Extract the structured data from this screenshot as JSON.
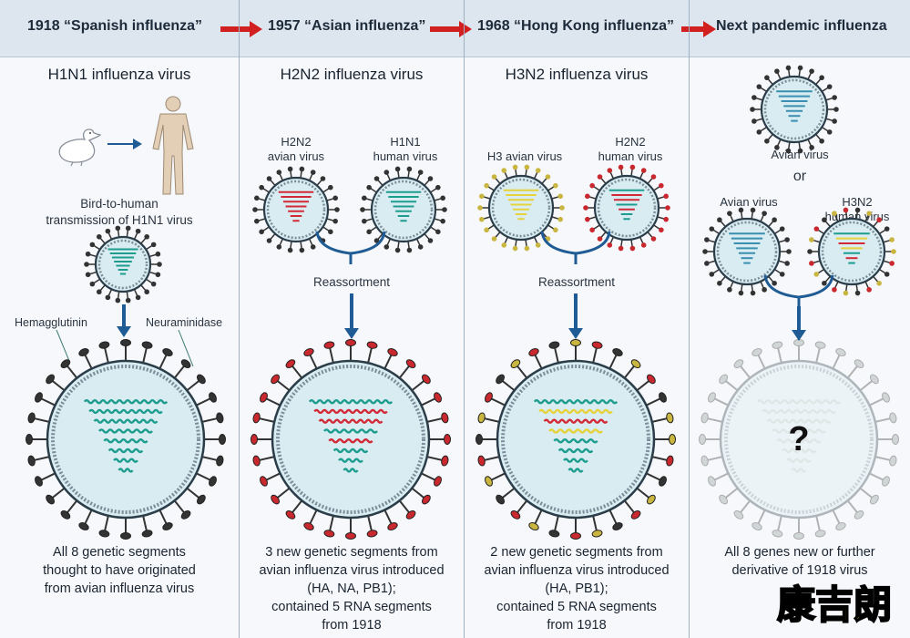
{
  "header": {
    "eras": [
      "1918 “Spanish influenza”",
      "1957 “Asian influenza”",
      "1968 “Hong Kong influenza”",
      "Next pandemic influenza"
    ]
  },
  "panels": [
    {
      "title": "H1N1 influenza virus",
      "transmission_label": [
        "Bird-to-human",
        "transmission of H1N1 virus"
      ],
      "hemagglutinin_label": "Hemagglutinin",
      "neuraminidase_label": "Neuraminidase",
      "caption": [
        "All 8 genetic segments",
        "thought to have originated",
        "from avian influenza virus"
      ]
    },
    {
      "title": "H2N2 influenza virus",
      "left_virus_label": [
        "H2N2",
        "avian virus"
      ],
      "right_virus_label": [
        "H1N1",
        "human virus"
      ],
      "reassortment_label": "Reassortment",
      "caption": [
        "3 new genetic segments from",
        "avian influenza virus introduced",
        "(HA, NA, PB1);",
        "contained 5 RNA segments",
        "from 1918"
      ]
    },
    {
      "title": "H3N2 influenza virus",
      "left_virus_label": [
        "H3 avian virus"
      ],
      "right_virus_label": [
        "H2N2",
        "human virus"
      ],
      "reassortment_label": "Reassortment",
      "caption": [
        "2 new genetic segments from",
        "avian influenza virus introduced",
        "(HA, PB1);",
        "contained 5 RNA segments",
        "from 1918"
      ]
    },
    {
      "top_virus_label": "Avian virus",
      "or_label": "or",
      "left_virus_label": [
        "Avian virus"
      ],
      "right_virus_label": [
        "H3N2",
        "human virus"
      ],
      "question_mark": "?",
      "caption": [
        "All 8 genes new or further",
        "derivative of 1918 virus"
      ]
    }
  ],
  "watermark": "康吉朗",
  "colors": {
    "header_bg": "#dde5ee",
    "panel_bg": "#f6f8fb",
    "arrow_red": "#d21f1f",
    "arrow_blue": "#1f5c95",
    "virus_fill": "#d8ecf2",
    "segment_teal": "#1e9d8f",
    "segment_red": "#d22a37",
    "segment_yellow": "#e6d23a"
  }
}
